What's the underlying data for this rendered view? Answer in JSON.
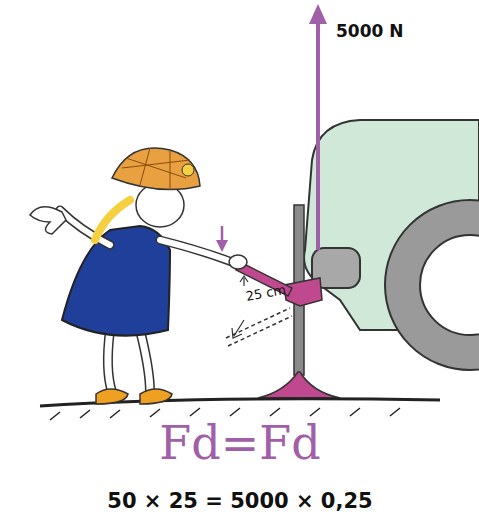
{
  "diagram": {
    "labels": [
      "5000 N",
      "25 cm",
      "Fd=Fd",
      "50 × 25 = 5000 × 0,25"
    ]
  }
}
